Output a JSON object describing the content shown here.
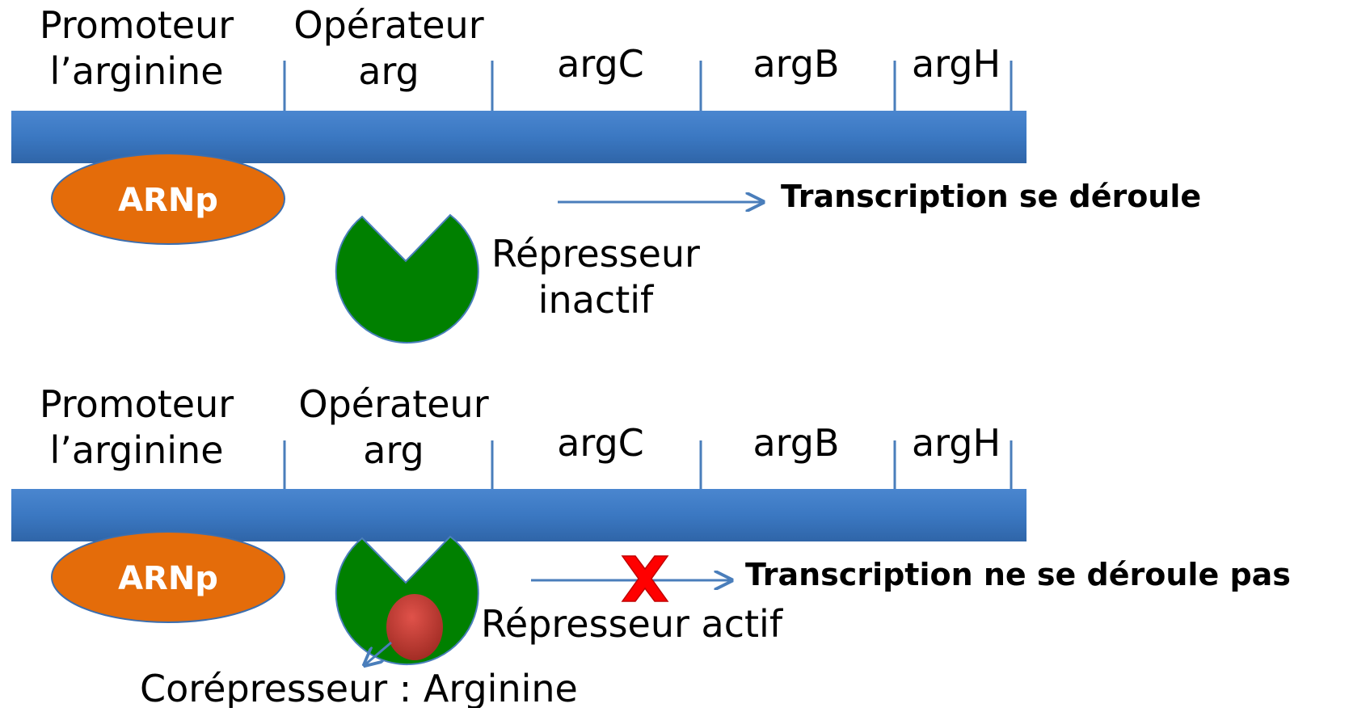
{
  "panels": [
    {
      "id": "top",
      "labels": {
        "promoter_line1": "Promoteur",
        "promoter_line2": "l’arginine",
        "operator_line1": "Opérateur",
        "operator_line2": "arg",
        "gene1": "argC",
        "gene2": "argB",
        "gene3": "argH"
      },
      "polymerase": "ARNp",
      "repressor_line1": "Répresseur",
      "repressor_line2": "inactif",
      "transcription": "Transcription se déroule"
    },
    {
      "id": "bottom",
      "labels": {
        "promoter_line1": "Promoteur",
        "promoter_line2": "l’arginine",
        "operator_line1": "Opérateur",
        "operator_line2": "arg",
        "gene1": "argC",
        "gene2": "argB",
        "gene3": "argH"
      },
      "polymerase": "ARNp",
      "repressor_line1": "Répresseur actif",
      "corepressor": "Corépresseur : Arginine",
      "transcription": "Transcription ne se déroule pas"
    }
  ],
  "colors": {
    "dna": "#3B78C2",
    "polymerase": "#E46C0A",
    "repressor": "#008000",
    "corepressor": "#C0392B",
    "arrow": "#4A7EBB",
    "block_mark": "#FF0000"
  }
}
